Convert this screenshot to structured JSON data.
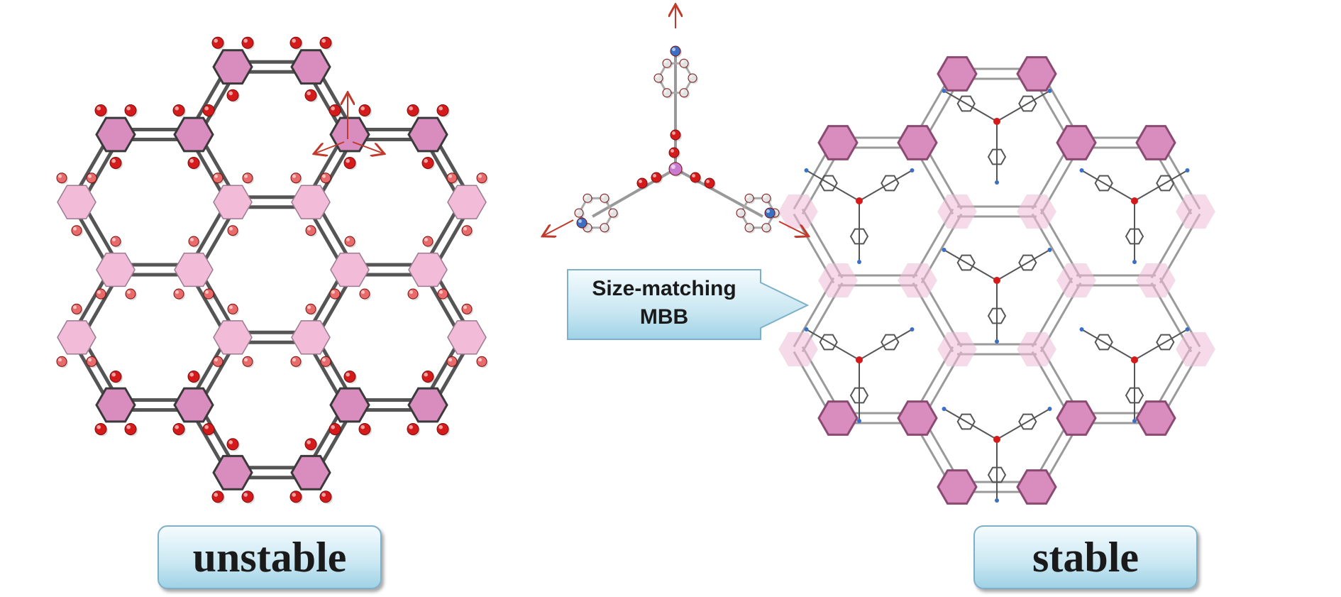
{
  "labels": {
    "left": "unstable",
    "right": "stable",
    "callout_line1": "Size-matching",
    "callout_line2": "MBB"
  },
  "colors": {
    "hex_dark": "#d98cbe",
    "hex_light": "#f2bcd9",
    "oxygen": "#d41a1a",
    "nitrogen": "#3b6fc4",
    "carbon": "#e2e2e2",
    "strut": "#6a6a6a",
    "arrow": "#c0392b",
    "label_box": "#c9e7f2"
  },
  "icons": [
    "hexagon-node-icon",
    "oxygen-atom-icon",
    "arrow-icon",
    "pyridine-ring-icon"
  ]
}
